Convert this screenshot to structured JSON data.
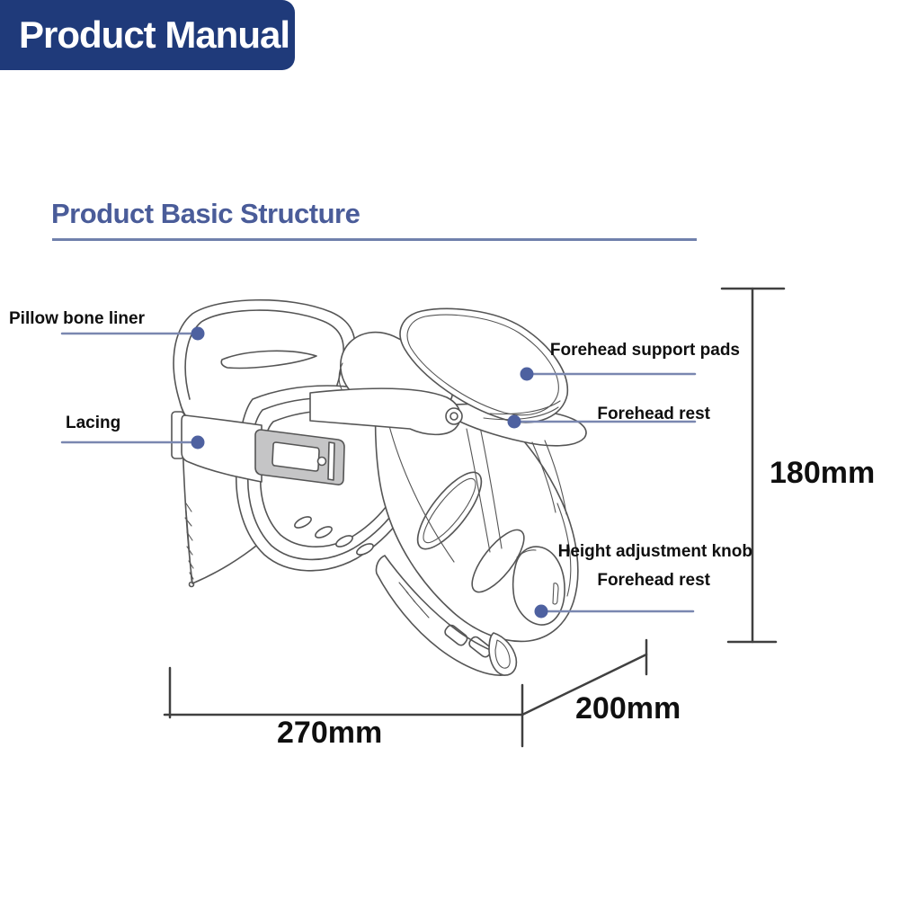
{
  "header": {
    "title": "Product Manual"
  },
  "section": {
    "title": "Product Basic Structure"
  },
  "diagram": {
    "labels": {
      "pillow_bone_liner": "Pillow bone liner",
      "lacing": "Lacing",
      "forehead_support_pads": "Forehead support pads",
      "forehead_rest_upper": "Forehead rest",
      "height_adjustment_knob": "Height adjustment knob",
      "forehead_rest_lower": "Forehead rest"
    },
    "dimensions": {
      "height": "180mm",
      "width": "270mm",
      "depth": "200mm"
    },
    "colors": {
      "header_bg": "#1f3a7a",
      "section_title": "#4a5c99",
      "section_underline": "#7080ac",
      "leader_line": "#7a87b0",
      "leader_dot": "#4e61a0",
      "dimension_line": "#404040",
      "drawing_stroke": "#555555",
      "buckle_fill": "#c5c5c6",
      "label_text": "#0f0f0f"
    }
  }
}
